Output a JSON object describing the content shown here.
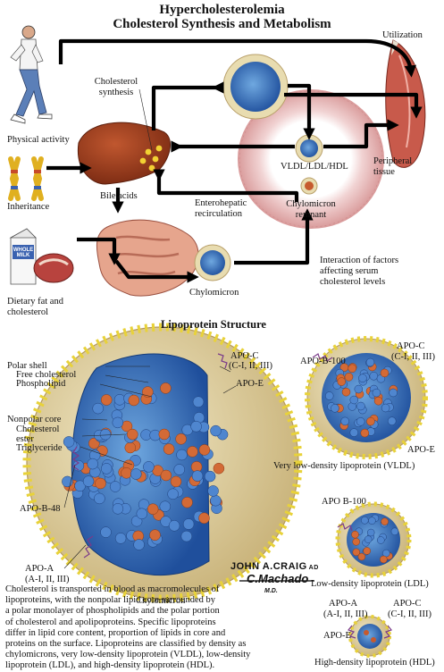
{
  "title": {
    "line1": "Hypercholesterolemia",
    "line2": "Cholesterol Synthesis and Metabolism"
  },
  "top_labels": {
    "utilization": "Utilization",
    "cholesterol_synthesis_1": "Cholesterol",
    "cholesterol_synthesis_2": "synthesis",
    "physical_activity": "Physical activity",
    "inheritance": "Inheritance",
    "bile_acids": "Bile acids",
    "vldl_ldl_hdl": "VLDL/LDL/HDL",
    "peripheral_1": "Peripheral",
    "peripheral_2": "tissue",
    "enterohepatic_1": "Enterohepatic",
    "enterohepatic_2": "recirculation",
    "chylomicron_remnant_1": "Chylomicron",
    "chylomicron_remnant_2": "remnant",
    "interaction_1": "Interaction of factors",
    "interaction_2": "affecting serum",
    "interaction_3": "cholesterol levels",
    "dietary_1": "Dietary fat and",
    "dietary_2": "cholesterol",
    "chylomicron": "Chylomicron",
    "milk_carton": "WHOLE MILK"
  },
  "structure": {
    "heading": "Lipoprotein Structure",
    "polar_shell": "Polar shell",
    "free_cholesterol": "Free cholesterol",
    "phospholipid": "Phospholipid",
    "nonpolar_core": "Nonpolar core",
    "cholesterol_ester_1": "Cholesterol",
    "cholesterol_ester_2": "ester",
    "triglyceride": "Triglyceride",
    "apo_b48": "APO-B-48",
    "apo_a": "APO-A",
    "apo_a_sub": "(A-I, II, III)",
    "apo_c": "APO-C",
    "apo_c_sub": "(C-I, II, III)",
    "apo_e": "APO-E",
    "chylomicron": "Chylomicron",
    "vldl_apo_b100": "APO-B-100",
    "vldl_apo_c": "APO-C",
    "vldl_apo_c_sub": "(C-I, II, III)",
    "vldl_apo_e": "APO-E",
    "vldl": "Very low-density lipoprotein (VLDL)",
    "ldl_apo_b100": "APO B-100",
    "ldl": "Low-density lipoprotein (LDL)",
    "hdl_apo_a": "APO-A",
    "hdl_apo_a_sub": "(A-I, II, III)",
    "hdl_apo_c": "APO-C",
    "hdl_apo_c_sub": "(C-I, II, III)",
    "hdl_apo_e": "APO-E",
    "hdl": "High-density lipoprotein (HDL)"
  },
  "signature": {
    "artist1": "JOHN A.CRAIG",
    "artist1_suffix": "AD",
    "artist2": "C.Machado",
    "artist2_suffix": "M.D."
  },
  "caption": {
    "lines": [
      "Cholesterol is transported in blood as macromolecules of",
      "lipoproteins, with the nonpolar lipid core surrounded by",
      "a polar monolayer of phospholipids and the polar portion",
      "of cholesterol and apolipoproteins. Specific lipoproteins",
      "differ in lipid core content, proportion of lipids in core and",
      "proteins on the surface. Lipoproteins are classified by density as",
      "chylomicrons, very low-density lipoprotein (VLDL), low-density",
      "lipoprotein (LDL), and high-density lipoprotein (HDL)."
    ]
  }
}
